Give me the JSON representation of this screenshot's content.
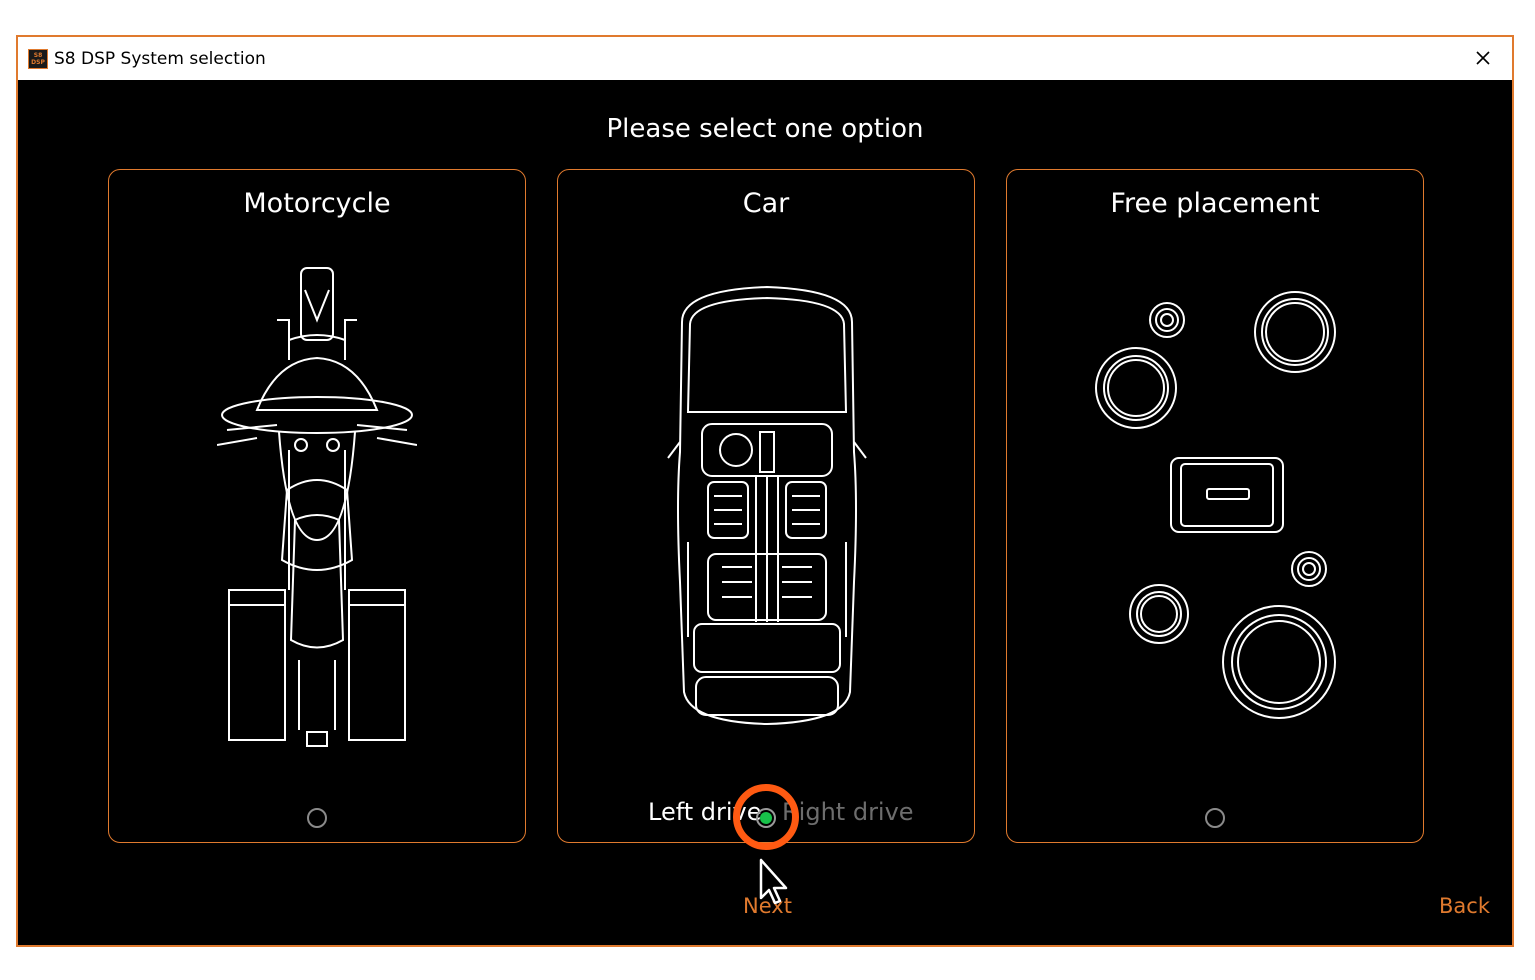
{
  "window": {
    "title": "S8 DSP System selection",
    "icon": "app-logo-icon",
    "icon_text_top": "S8",
    "icon_text_bottom": "DSP"
  },
  "heading": "Please select one option",
  "options": [
    {
      "label": "Motorcycle",
      "selected": false
    },
    {
      "label": "Car",
      "selected": true,
      "drive_options": {
        "left": "Left drive",
        "right": "Right drive",
        "active": "left"
      }
    },
    {
      "label": "Free placement",
      "selected": false
    }
  ],
  "footer": {
    "next": "Next",
    "back": "Back"
  },
  "colors": {
    "accent": "#e07a2e",
    "selected_radio": "#18c24a",
    "highlight": "#ff5a12",
    "inactive_text": "#6d6d6d"
  }
}
